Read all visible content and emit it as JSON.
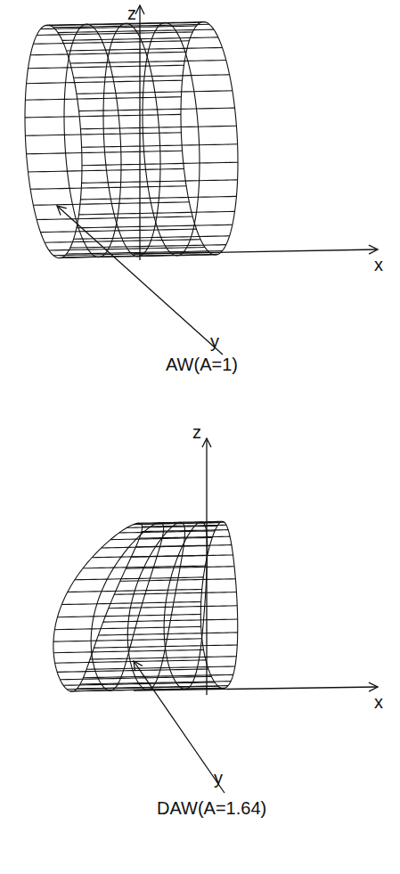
{
  "diagram": {
    "labels": [
      "z",
      "x",
      "y",
      "AW(A=1)",
      "z",
      "x",
      "y",
      "DAW(A=1.64)"
    ]
  }
}
